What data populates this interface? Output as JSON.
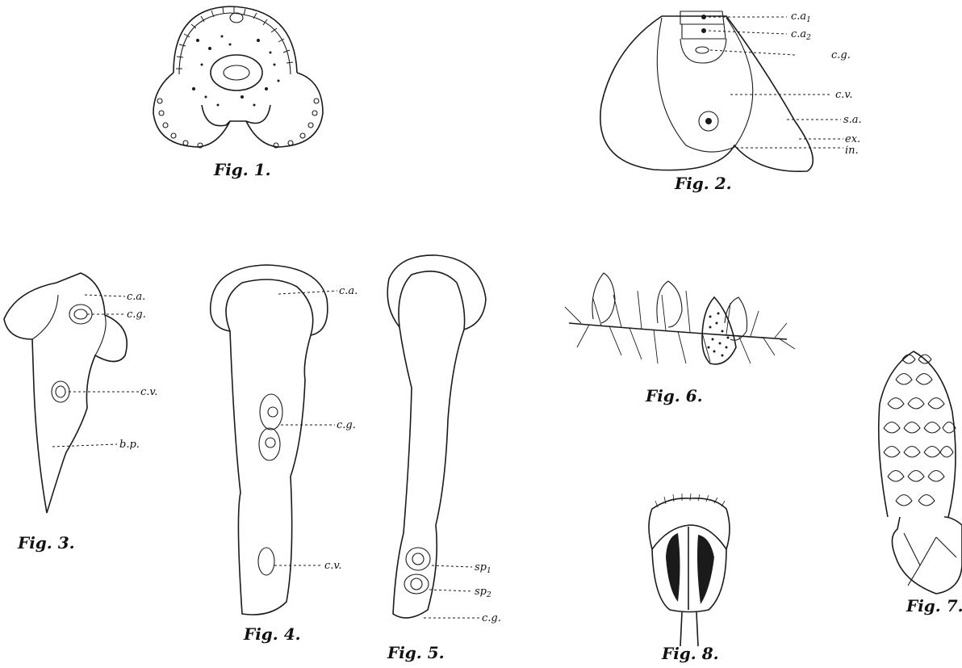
{
  "figures": {
    "fig1": {
      "caption": "Fig. 1."
    },
    "fig2": {
      "caption": "Fig. 2.",
      "labels": [
        "c.a",
        "1",
        "c.a",
        "2",
        "c.g.",
        "c.v.",
        "s.a.",
        "ex.",
        "in."
      ]
    },
    "fig3": {
      "caption": "Fig. 3.",
      "labels": [
        "c.a.",
        "c.g.",
        "c.v.",
        "b.p."
      ]
    },
    "fig4": {
      "caption": "Fig. 4.",
      "labels": [
        "c.a.",
        "c.g.",
        "c.v."
      ]
    },
    "fig5": {
      "caption": "Fig. 5.",
      "labels": [
        "sp",
        "1",
        "sp",
        "2",
        "c.g."
      ]
    },
    "fig6": {
      "caption": "Fig. 6."
    },
    "fig7": {
      "caption": "Fig. 7."
    },
    "fig8": {
      "caption": "Fig. 8."
    }
  },
  "colors": {
    "ink": "#1a1a1a",
    "paper": "#ffffff"
  }
}
